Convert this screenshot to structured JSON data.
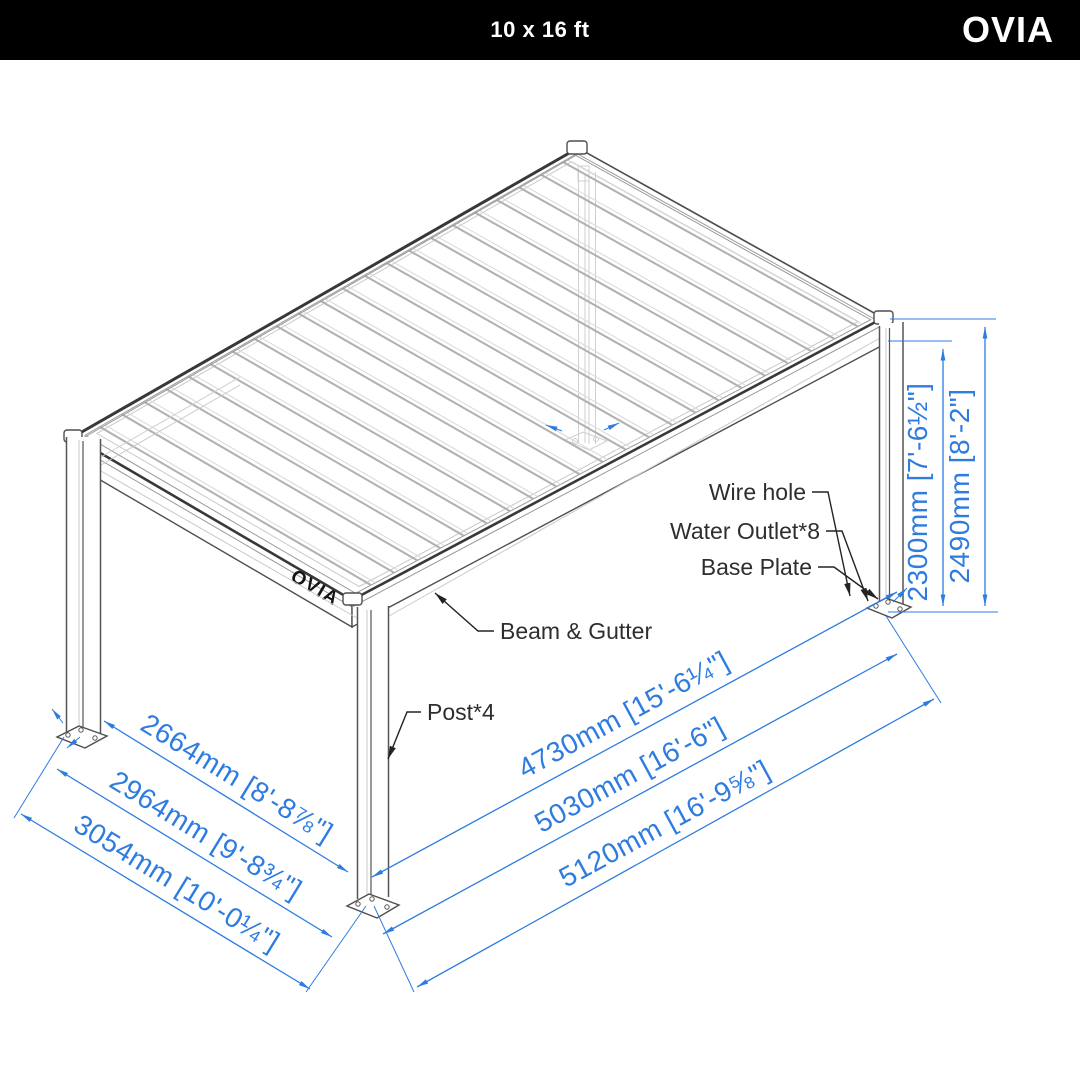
{
  "header": {
    "title": "10 x 16 ft",
    "brand": "OVIA"
  },
  "diagram": {
    "beam_logo": "OVIA",
    "part_labels": {
      "wire_hole": "Wire hole",
      "water_outlet": "Water Outlet*8",
      "base_plate": "Base Plate",
      "beam_gutter": "Beam & Gutter",
      "post": "Post*4"
    },
    "dimensions": {
      "height_clearance": "2300mm [7'-6½\"]",
      "height_overall": "2490mm [8'-2\"]",
      "depth_post_spacing": "2664mm [8'-8⅞\"]",
      "depth_frame": "2964mm [9'-8¾\"]",
      "depth_overall": "3054mm [10'-0¼\"]",
      "length_post_spacing": "4730mm [15'-6¼\"]",
      "length_frame": "5030mm [16'-6\"]",
      "length_overall": "5120mm [16'-9⅝\"]"
    },
    "colors": {
      "dimension_blue": "#2E7CE0",
      "leader_black": "#232323",
      "frame_gray": "#4f4f4f",
      "louver_gray": "#b0b0b0",
      "header_bg": "#000000",
      "header_text": "#ffffff"
    }
  }
}
